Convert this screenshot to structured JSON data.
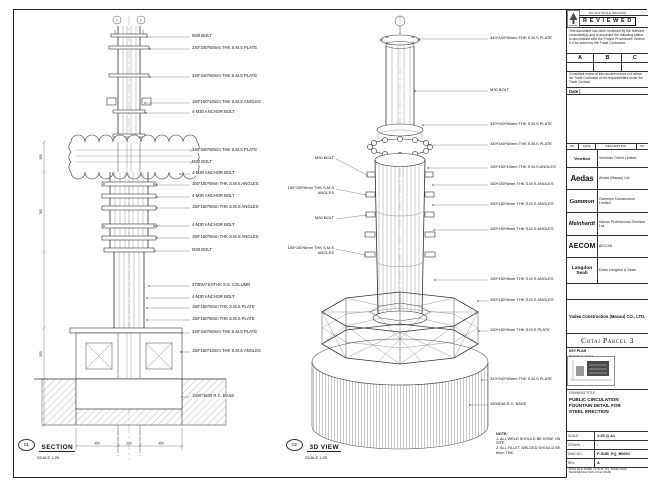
{
  "page": {
    "section": {
      "num": "01",
      "label": "SECTION",
      "scale": "SCALE 1:25"
    },
    "view3d": {
      "num": "02",
      "label": "3D VIEW",
      "scale": "SCALE 1:25"
    },
    "note": {
      "title": "NOTE:",
      "line1": "1. ALL WELD SHOULD BE DONE ON SITE.",
      "line2": "2. ALL FILLET WELDED SHOULD BE 6mm THK."
    }
  },
  "dims": {
    "bubbles": [
      "1",
      "2"
    ],
    "bottom": [
      "450",
      "220",
      "450"
    ],
    "left": [
      "300",
      "760",
      "500"
    ]
  },
  "ann_left": [
    "M30 BOLT",
    "340*340*50mm THK S.M.S PLATE",
    "340*340*50mm THK S.M.S PLATE",
    "150*150*10mm THK S.M.S ANGLES",
    "4-M30 ANCHOR BOLT",
    "340*340*50mm THK S.M.S PLATE",
    "M30 BOLT",
    "4-M30 ANCHOR BOLT",
    "150*150*8mm THK S.M.S ANGLES",
    "4-M30 ANCHOR BOLT",
    "150*150*8mm THK S.M.S ANGLES",
    "4-M30 ANCHOR BOLT",
    "150*150*8mm THK S.M.S ANGLES",
    "M30 BOLT",
    "273DIA*8.0THK S.S. COLUMN",
    "4-M30 ANCHOR BOLT",
    "150*150*8mm THK S.M.S PLATE",
    "150*150*8mm THK S.M.S PLATE",
    "340*340*50mm THK S.M.S PLATE",
    "150*150*10mm THK S.M.S ANGLES",
    "1500*1500 R.C. BASE"
  ],
  "ann_mid_right": [
    "340*340*50mm THK S.M.S PLATE",
    "M30 BOLT",
    "340*340*50mm THK S.M.S PLATE",
    "340*340*50mm THK S.M.S PLATE",
    "150*150*10mm THK S.M.S ANGLES",
    "150*150*8mm THK S.M.S ANGLES",
    "150*150*8mm THK S.M.S ANGLES",
    "150*150*8mm THK S.M.S ANGLES",
    "150*150*8mm THK S.M.S ANGLES",
    "150*150*8mm THK S.M.S ANGLES",
    "150*150*8mm THK S.M.S PLATE",
    "340*340*50mm THK S.M.S PLATE",
    "1500DIA R.C. BASE"
  ],
  "ann_mid_left": [
    "M30 BOLT",
    "150*150*8mm THK S.M.S ANGLES",
    "M30 BOLT",
    "150*150*8mm THK S.M.S ANGLES"
  ],
  "titleblock": {
    "top_note": "DO NOT SCALE DRAWING",
    "reviewed": "R E V I E W E D",
    "disclaimer": "This document has been reviewed by the relevant consultant(s) and is accorded the following status in accordance with the Project Procedures Section 5.4 for action by the Trade Contractor.",
    "status_cols": [
      "A",
      "B",
      "C"
    ],
    "consult_note": "Consultant review of this document does not relieve the Trade Contractor of his responsibilities under the Trade Contract.",
    "date_label": "Date |",
    "rev_header": [
      "NO.",
      "DATE",
      "DESCRIPTION",
      "BY"
    ],
    "companies": [
      {
        "logo": "Venetian",
        "name": "Venetian Orient Limited"
      },
      {
        "logo": "Aedas",
        "name": "Aedas (Macau) Ltd."
      },
      {
        "logo": "Gammon",
        "name": "Gammon Construction Limited"
      },
      {
        "logo": "Meinhardt",
        "name": "Macau Professional Services Ltd."
      },
      {
        "logo": "AECOM",
        "name": "AECOM"
      },
      {
        "logo": "Langdon Seah",
        "name": "Davis Langdon & Seah"
      }
    ],
    "contractor_name": "Yadea Construction (Macau) CO., LTD.",
    "project": "Cotai Parcel 3",
    "keyplan_label": "KEY PLAN",
    "keyplan_note": "PARCEL 3, LOT 2",
    "title_label": "DRAWING TITLE :",
    "title_line1": "PUBLIC CIRCULATION",
    "title_line2": "FOUNTAIN DETAIL FOR",
    "title_line3": "STEEL ERECTION",
    "fields": [
      {
        "label": "SCALE",
        "value": "1:25 @ A1"
      },
      {
        "label": "DRAWN",
        "value": "-"
      },
      {
        "label": "DWG NO.",
        "value": "P-SUB_PQ_B0060"
      },
      {
        "label": "REV.",
        "value": "A"
      }
    ],
    "file_note": "DWG FILE NAME : P-SUB_PQ_B0060.DWG",
    "ref_note": "REFERENCE DWG FILE NAME :"
  }
}
